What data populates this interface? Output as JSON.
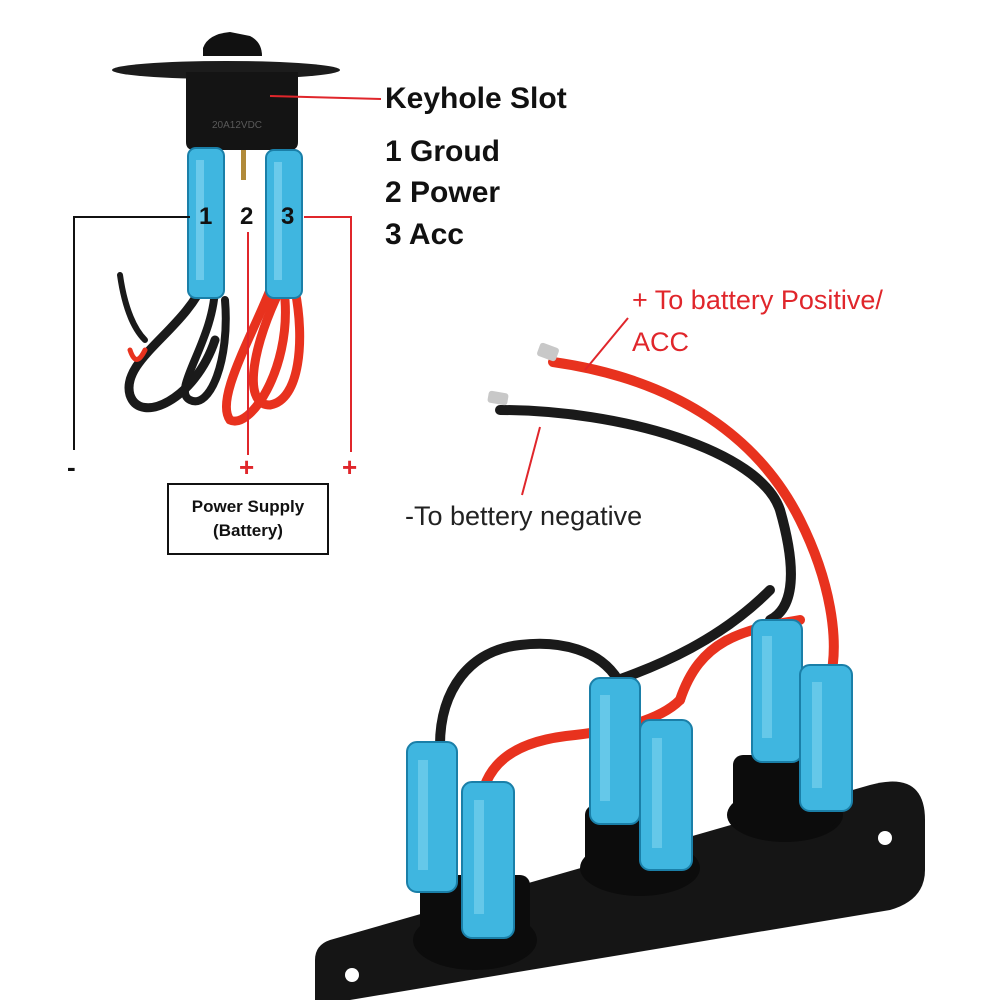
{
  "legend": {
    "keyhole_slot": "Keyhole Slot",
    "pin1": "1 Groud",
    "pin2": "2 Power",
    "pin3": "3 Acc"
  },
  "pins": {
    "p1": "1",
    "p2": "2",
    "p3": "3"
  },
  "polarity": {
    "minus": "-",
    "plus_power": "+",
    "plus_acc": "+"
  },
  "power_supply": {
    "line1": "Power Supply",
    "line2": "(Battery)"
  },
  "wiring": {
    "positive_line1": "+ To battery Positive/",
    "positive_line2": "ACC",
    "negative": "-To bettery negative"
  },
  "switch_marking": "20A12VDC",
  "colors": {
    "red_wire": "#e8321e",
    "black_wire": "#1a1a1a",
    "terminal_blue": "#3fb6e0",
    "annotation_red": "#e0262b",
    "panel_black": "#151515"
  }
}
